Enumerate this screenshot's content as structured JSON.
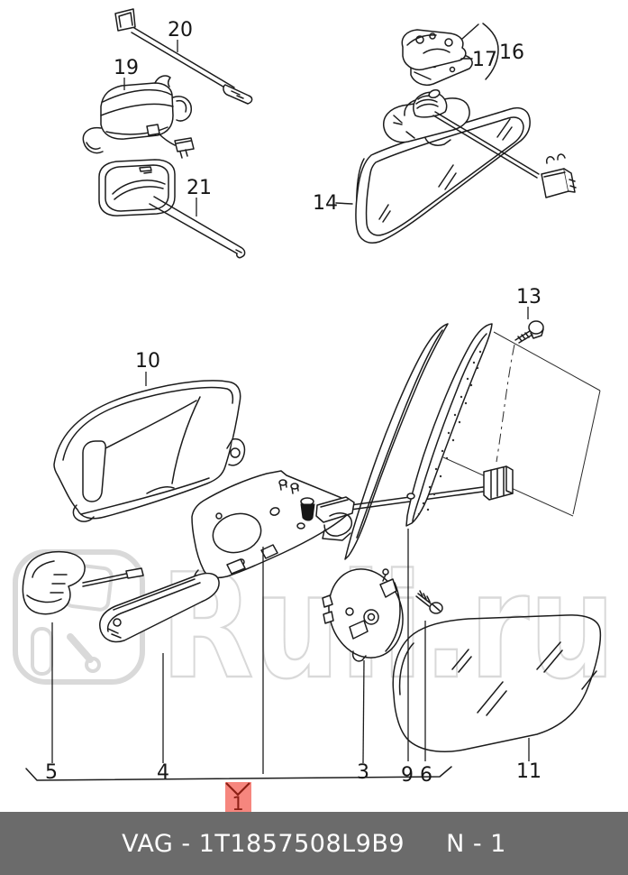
{
  "watermark": {
    "text": "Ruli.ru"
  },
  "footer": {
    "catalog_code": "VAG - 1T1857508L9B9",
    "page": "N - 1"
  },
  "highlight": {
    "number": "1"
  },
  "callouts": {
    "n20": "20",
    "n19": "19",
    "n21": "21",
    "n16": "16",
    "n17": "17",
    "n14": "14",
    "n13": "13",
    "n10": "10",
    "n5": "5",
    "n4": "4",
    "n3": "3",
    "n9": "9",
    "n6": "6",
    "n11": "11"
  },
  "colors": {
    "highlight_bg": "#f6867e",
    "highlight_fg": "#8c1f14",
    "footer_bg": "#6b6b6b",
    "footer_fg": "#ffffff",
    "line": "#1c1c1c",
    "watermark": "#d9d9d9"
  }
}
